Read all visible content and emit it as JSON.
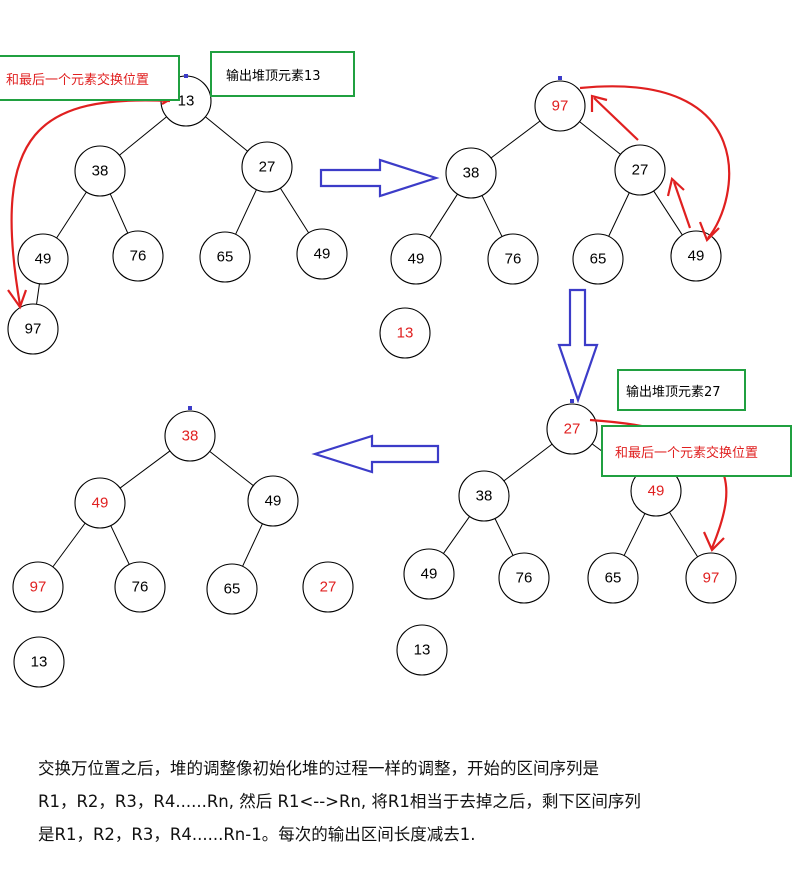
{
  "colors": {
    "black": "#000000",
    "red": "#e02020",
    "blue": "#3c3cc8",
    "green": "#20a040"
  },
  "callouts": {
    "swap_1": "和最后一个元素交换位置",
    "output_13": "输出堆顶元素13",
    "output_27": "输出堆顶元素27",
    "swap_2": "和最后一个元素交换位置"
  },
  "heaps": [
    {
      "id": "heap1",
      "nodes": [
        {
          "label": "13",
          "color": "black"
        },
        {
          "label": "38",
          "color": "black"
        },
        {
          "label": "27",
          "color": "black"
        },
        {
          "label": "49",
          "color": "black"
        },
        {
          "label": "76",
          "color": "black"
        },
        {
          "label": "65",
          "color": "black"
        },
        {
          "label": "49",
          "color": "black"
        },
        {
          "label": "97",
          "color": "black"
        }
      ]
    },
    {
      "id": "heap2",
      "nodes": [
        {
          "label": "97",
          "color": "red"
        },
        {
          "label": "38",
          "color": "black"
        },
        {
          "label": "27",
          "color": "black"
        },
        {
          "label": "49",
          "color": "black"
        },
        {
          "label": "76",
          "color": "black"
        },
        {
          "label": "65",
          "color": "black"
        },
        {
          "label": "49",
          "color": "black"
        },
        {
          "label": "13",
          "color": "red"
        }
      ]
    },
    {
      "id": "heap3",
      "nodes": [
        {
          "label": "27",
          "color": "red"
        },
        {
          "label": "38",
          "color": "black"
        },
        {
          "label": "49",
          "color": "red"
        },
        {
          "label": "49",
          "color": "black"
        },
        {
          "label": "76",
          "color": "black"
        },
        {
          "label": "65",
          "color": "black"
        },
        {
          "label": "97",
          "color": "red"
        },
        {
          "label": "13",
          "color": "black"
        }
      ]
    },
    {
      "id": "heap4",
      "nodes": [
        {
          "label": "38",
          "color": "red"
        },
        {
          "label": "49",
          "color": "red"
        },
        {
          "label": "49",
          "color": "black"
        },
        {
          "label": "97",
          "color": "red"
        },
        {
          "label": "76",
          "color": "black"
        },
        {
          "label": "65",
          "color": "black"
        },
        {
          "label": "27",
          "color": "red"
        },
        {
          "label": "13",
          "color": "black"
        }
      ]
    }
  ],
  "description": {
    "line1": "交换万位置之后，堆的调整像初始化堆的过程一样的调整，开始的区间序列是",
    "line2": "R1，R2，R3，R4......Rn, 然后 R1<-->Rn, 将R1相当于去掉之后，剩下区间序列",
    "line3": "是R1，R2，R3，R4......Rn-1。每次的输出区间长度减去1."
  }
}
